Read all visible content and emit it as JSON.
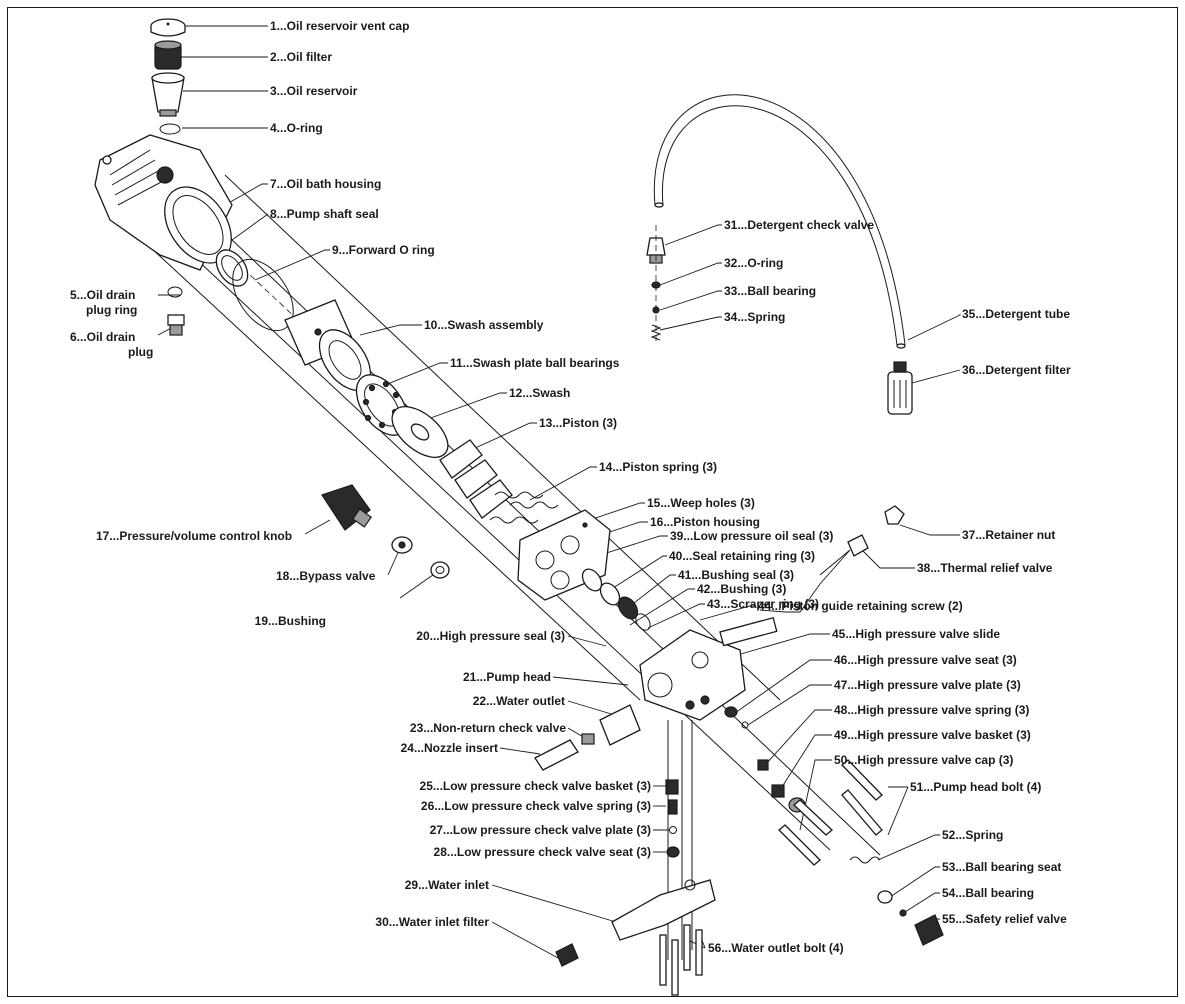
{
  "labels": [
    {
      "id": "label-1",
      "text": "1...Oil reservoir vent cap"
    },
    {
      "id": "label-2",
      "text": "2...Oil filter"
    },
    {
      "id": "label-3",
      "text": "3...Oil reservoir"
    },
    {
      "id": "label-4",
      "text": "4...O-ring"
    },
    {
      "id": "label-5a",
      "text": "5...Oil drain"
    },
    {
      "id": "label-5b",
      "text": "plug ring"
    },
    {
      "id": "label-6a",
      "text": "6...Oil drain"
    },
    {
      "id": "label-6b",
      "text": "plug"
    },
    {
      "id": "label-7",
      "text": "7...Oil bath housing"
    },
    {
      "id": "label-8",
      "text": "8...Pump shaft seal"
    },
    {
      "id": "label-9",
      "text": "9...Forward O ring"
    },
    {
      "id": "label-10",
      "text": "10...Swash assembly"
    },
    {
      "id": "label-11",
      "text": "11...Swash plate ball bearings"
    },
    {
      "id": "label-12",
      "text": "12...Swash"
    },
    {
      "id": "label-13",
      "text": "13...Piston (3)"
    },
    {
      "id": "label-14",
      "text": "14...Piston spring (3)"
    },
    {
      "id": "label-15",
      "text": "15...Weep holes (3)"
    },
    {
      "id": "label-16",
      "text": "16...Piston housing"
    },
    {
      "id": "label-17",
      "text": "17...Pressure/volume control knob"
    },
    {
      "id": "label-18",
      "text": "18...Bypass valve"
    },
    {
      "id": "label-19",
      "text": "19...Bushing"
    },
    {
      "id": "label-20",
      "text": "20...High pressure seal (3)"
    },
    {
      "id": "label-21",
      "text": "21...Pump head"
    },
    {
      "id": "label-22",
      "text": "22...Water outlet"
    },
    {
      "id": "label-23",
      "text": "23...Non-return check valve"
    },
    {
      "id": "label-24",
      "text": "24...Nozzle insert"
    },
    {
      "id": "label-25",
      "text": "25...Low pressure check valve basket (3)"
    },
    {
      "id": "label-26",
      "text": "26...Low pressure check valve spring (3)"
    },
    {
      "id": "label-27",
      "text": "27...Low pressure check valve plate (3)"
    },
    {
      "id": "label-28",
      "text": "28...Low pressure check valve seat (3)"
    },
    {
      "id": "label-29",
      "text": "29...Water inlet"
    },
    {
      "id": "label-30",
      "text": "30...Water inlet filter"
    },
    {
      "id": "label-31",
      "text": "31...Detergent check valve"
    },
    {
      "id": "label-32",
      "text": "32...O-ring"
    },
    {
      "id": "label-33",
      "text": "33...Ball bearing"
    },
    {
      "id": "label-34",
      "text": "34...Spring"
    },
    {
      "id": "label-35",
      "text": "35...Detergent tube"
    },
    {
      "id": "label-36",
      "text": "36...Detergent filter"
    },
    {
      "id": "label-37",
      "text": "37...Retainer nut"
    },
    {
      "id": "label-38",
      "text": "38...Thermal relief valve"
    },
    {
      "id": "label-39",
      "text": "39...Low pressure oil seal (3)"
    },
    {
      "id": "label-40",
      "text": "40...Seal retaining ring (3)"
    },
    {
      "id": "label-41",
      "text": "41...Bushing seal (3)"
    },
    {
      "id": "label-42",
      "text": "42...Bushing (3)"
    },
    {
      "id": "label-43",
      "text": "43...Scraper ring (3)"
    },
    {
      "id": "label-44",
      "text": "44...Piston guide retaining screw (2)"
    },
    {
      "id": "label-45",
      "text": "45...High pressure valve slide"
    },
    {
      "id": "label-46",
      "text": "46...High pressure valve seat (3)"
    },
    {
      "id": "label-47",
      "text": "47...High pressure valve plate (3)"
    },
    {
      "id": "label-48",
      "text": "48...High pressure valve spring (3)"
    },
    {
      "id": "label-49",
      "text": "49...High pressure valve basket (3)"
    },
    {
      "id": "label-50",
      "text": "50...High pressure valve cap (3)"
    },
    {
      "id": "label-51",
      "text": "51...Pump head bolt (4)"
    },
    {
      "id": "label-52",
      "text": "52...Spring"
    },
    {
      "id": "label-53",
      "text": "53...Ball bearing seat"
    },
    {
      "id": "label-54",
      "text": "54...Ball bearing"
    },
    {
      "id": "label-55",
      "text": "55...Safety relief valve"
    },
    {
      "id": "label-56",
      "text": "56...Water outlet bolt (4)"
    }
  ]
}
